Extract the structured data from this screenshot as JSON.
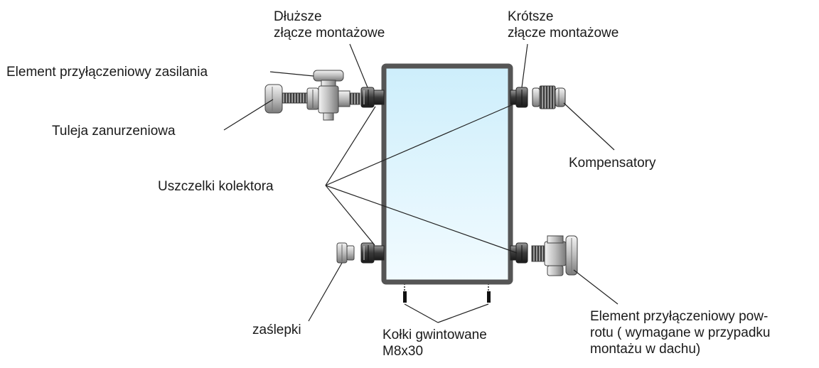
{
  "labels": {
    "dluzsze_line1": "Dłuższe",
    "dluzsze_line2": "złącze montażowe",
    "krotsze_line1": "Krótsze",
    "krotsze_line2": "złącze montażowe",
    "element_zasilania": "Element przyłączeniowy  zasilania",
    "tuleja": "Tuleja zanurzeniowa",
    "kompensatory": "Kompensatory",
    "uszczelki": "Uszczelki kolektora",
    "zaslepki": "zaślepki",
    "kolki_line1": "Kołki gwintowane",
    "kolki_line2": "M8x30",
    "powrotu_line1": "Element przyłączeniowy pow-",
    "powrotu_line2": "rotu ( wymagane w przypadku",
    "powrotu_line3": "montażu w dachu)"
  },
  "colors": {
    "collector_frame": "#555555",
    "collector_glass_top": "#cdeefb",
    "collector_glass_bottom": "#f2fbff",
    "fitting_light": "#e6e6e6",
    "fitting_dark": "#555555",
    "leader_line": "#222222"
  }
}
